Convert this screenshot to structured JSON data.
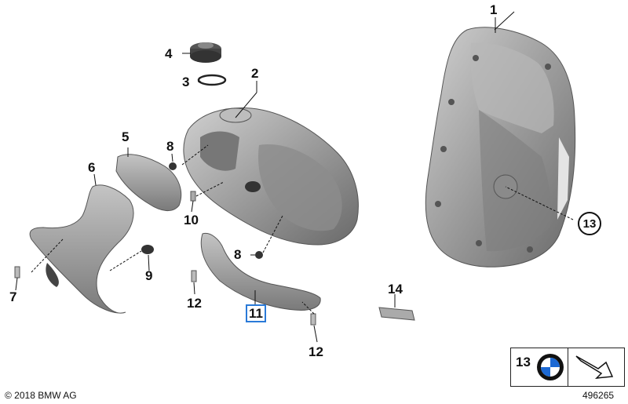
{
  "callouts": {
    "c1": "1",
    "c2": "2",
    "c3": "3",
    "c4": "4",
    "c5": "5",
    "c6": "6",
    "c7": "7",
    "c8a": "8",
    "c8b": "8",
    "c9": "9",
    "c10": "10",
    "c11": "11",
    "c12a": "12",
    "c12b": "12",
    "c13": "13",
    "c14": "14"
  },
  "legend": {
    "number": "13",
    "icon": "bmw-roundel-icon"
  },
  "footer": {
    "copyright": "© 2018 BMW AG",
    "diagram_number": "496265"
  },
  "colors": {
    "part_fill": "#9a9a9a",
    "part_shadow": "#6e6e6e",
    "part_highlight": "#c9c9c9",
    "highlight_box": "#2a7ad8",
    "bmw_blue": "#1c69d4"
  }
}
